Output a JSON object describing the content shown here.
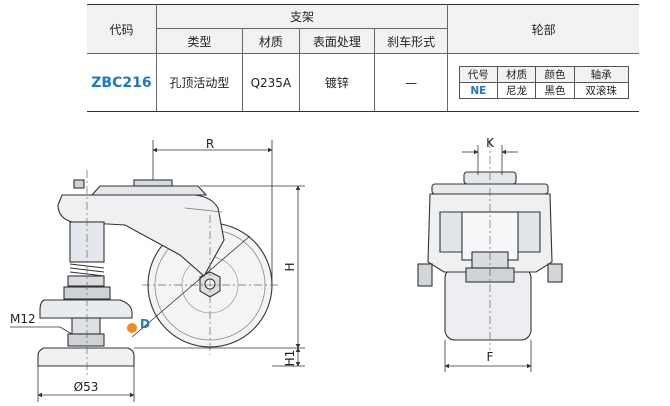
{
  "table": {
    "h_code": "代码",
    "h_bracket": "支架",
    "h_wheel": "轮部",
    "sub_type": "类型",
    "sub_material": "材质",
    "sub_surface": "表面处理",
    "sub_brake": "刹车形式",
    "row": {
      "code": "ZBC216",
      "type": "孔顶活动型",
      "material": "Q235A",
      "surface": "镀锌",
      "brake": "—"
    },
    "wheel": {
      "headers": [
        "代号",
        "材质",
        "颜色",
        "轴承"
      ],
      "values": [
        "NE",
        "尼龙",
        "黑色",
        "双滚珠"
      ]
    }
  },
  "drawing": {
    "label_R": "R",
    "label_H": "H",
    "label_H1": "H1",
    "label_M12": "M12",
    "label_D": "D",
    "label_phi53": "Ø53",
    "label_K": "K",
    "label_F": "F"
  },
  "colors": {
    "accent": "#1d78c9",
    "badge": "#f08c1e",
    "header_bg": "#f1f2f3"
  }
}
